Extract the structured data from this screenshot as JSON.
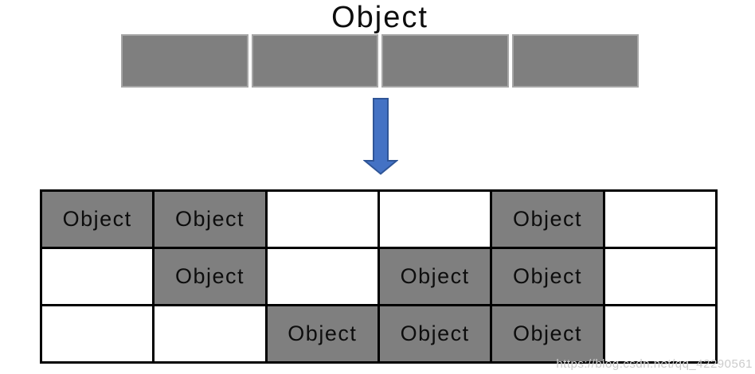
{
  "title": {
    "text": "Object"
  },
  "top_bar": {
    "segments": [
      "",
      "",
      "",
      ""
    ],
    "fill_color": "#7f7f7f",
    "border_color": "#a6a6a6"
  },
  "arrow": {
    "direction": "down",
    "fill_color": "#4472c4",
    "outline_color": "#2f5597"
  },
  "table": {
    "cell_fill_color": "#7f7f7f",
    "border_color": "#000000",
    "columns": 6,
    "rows": [
      [
        "Object",
        "Object",
        "",
        "",
        "Object",
        ""
      ],
      [
        "",
        "Object",
        "",
        "Object",
        "Object",
        ""
      ],
      [
        "",
        "",
        "Object",
        "Object",
        "Object",
        ""
      ]
    ]
  },
  "watermark": {
    "text": "https://blog.csdn.net/qq_42290561",
    "color": "#cccccc"
  }
}
